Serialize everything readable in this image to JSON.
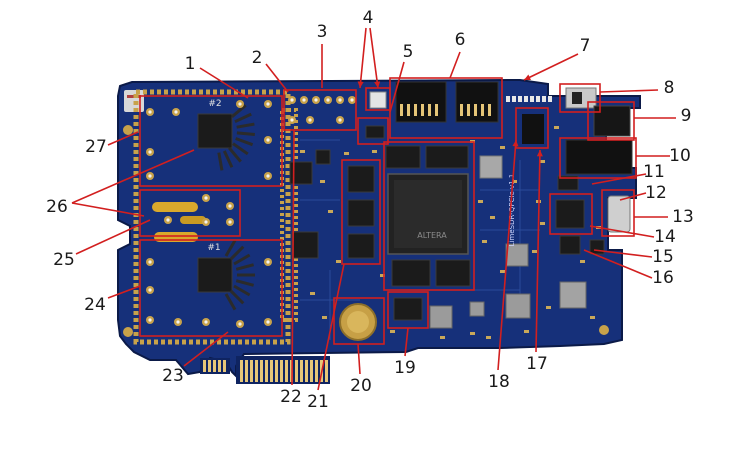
{
  "colors": {
    "pcb": "#16307a",
    "pcb_dark": "#0f2461",
    "pcb_edge": "#0b1a48",
    "gold": "#c8a24a",
    "gold_light": "#e6c678",
    "chip": "#1b1b1b",
    "chip_edge": "#3a3a3a",
    "silver": "#b9b9b9",
    "callout": "#d21f1f",
    "label": "#1a1a1a",
    "background": "#ffffff"
  },
  "callouts": [
    {
      "id": 1,
      "text": "1"
    },
    {
      "id": 2,
      "text": "2"
    },
    {
      "id": 3,
      "text": "3"
    },
    {
      "id": 4,
      "text": "4"
    },
    {
      "id": 5,
      "text": "5"
    },
    {
      "id": 6,
      "text": "6"
    },
    {
      "id": 7,
      "text": "7"
    },
    {
      "id": 8,
      "text": "8"
    },
    {
      "id": 9,
      "text": "9"
    },
    {
      "id": 10,
      "text": "10"
    },
    {
      "id": 11,
      "text": "11"
    },
    {
      "id": 12,
      "text": "12"
    },
    {
      "id": 13,
      "text": "13"
    },
    {
      "id": 14,
      "text": "14"
    },
    {
      "id": 15,
      "text": "15"
    },
    {
      "id": 16,
      "text": "16"
    },
    {
      "id": 17,
      "text": "17"
    },
    {
      "id": 18,
      "text": "18"
    },
    {
      "id": 19,
      "text": "19"
    },
    {
      "id": 20,
      "text": "20"
    },
    {
      "id": 21,
      "text": "21"
    },
    {
      "id": 22,
      "text": "22"
    },
    {
      "id": 23,
      "text": "23"
    },
    {
      "id": 24,
      "text": "24"
    },
    {
      "id": 25,
      "text": "25"
    },
    {
      "id": 26,
      "text": "26"
    },
    {
      "id": 27,
      "text": "27"
    }
  ],
  "board_markings": {
    "rf1": "#1",
    "rf2": "#2",
    "fpga_brand": "ALTERA",
    "board_name": "LimeSDR-QPCIe v1.1"
  }
}
